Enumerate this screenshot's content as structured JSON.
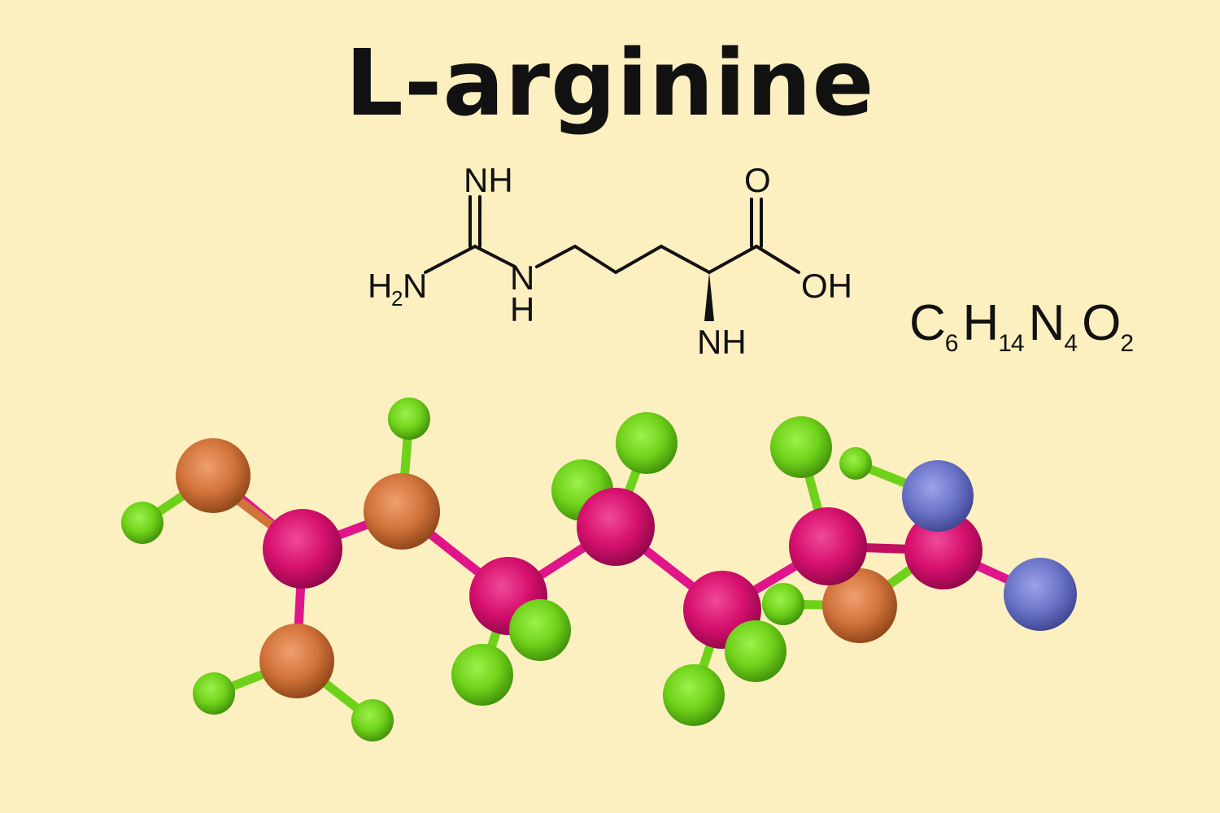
{
  "title": "L-arginine",
  "structure": {
    "labels": {
      "imine": "NH",
      "amine_left": "H",
      "amine_left_sub": "2",
      "amine_left_n": "N",
      "secondary_amine_n": "N",
      "secondary_amine_h": "H",
      "carbonyl_o": "O",
      "hydroxyl": "OH",
      "alpha_amine": "NH"
    }
  },
  "formula": {
    "parts": [
      {
        "el": "C",
        "n": "6"
      },
      {
        "el": "H",
        "n": "14"
      },
      {
        "el": "N",
        "n": "4"
      },
      {
        "el": "O",
        "n": "2"
      }
    ]
  },
  "colors": {
    "background": "#FCEFC0",
    "carbon": "#D6106E",
    "hydrogen": "#6FD21A",
    "nitrogen_orange": "#D2733A",
    "oxygen_blue": "#6B74C8"
  },
  "model": {
    "description": "3D ball-and-stick model of L-arginine"
  }
}
